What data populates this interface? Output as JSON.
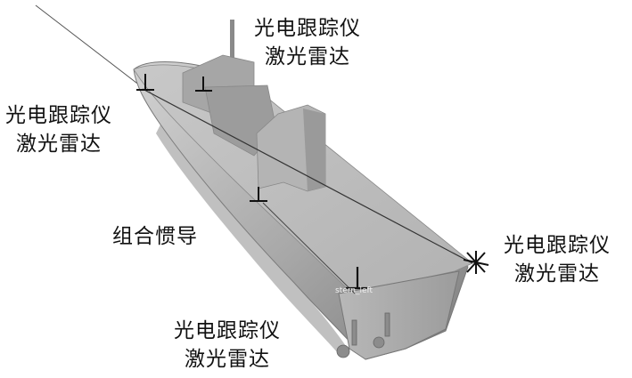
{
  "labels": {
    "top_right": {
      "line1": "光电跟踪仪",
      "line2": "激光雷达"
    },
    "left": {
      "line1": "光电跟踪仪",
      "line2": "激光雷达"
    },
    "center": {
      "line1": "组合惯导"
    },
    "stern_right": {
      "line1": "光电跟踪仪",
      "line2": "激光雷达"
    },
    "bottom": {
      "line1": "光电跟踪仪",
      "line2": "激光雷达"
    }
  },
  "model_tags": {
    "stern_left": "stern_left"
  },
  "colors": {
    "hull_light": "#c9c9c9",
    "hull_mid": "#a9a9a9",
    "hull_dark": "#808080",
    "deck": "#bdbdbd",
    "superstructure": "#9a9a9a",
    "marker": "#111111",
    "text": "#111111"
  }
}
